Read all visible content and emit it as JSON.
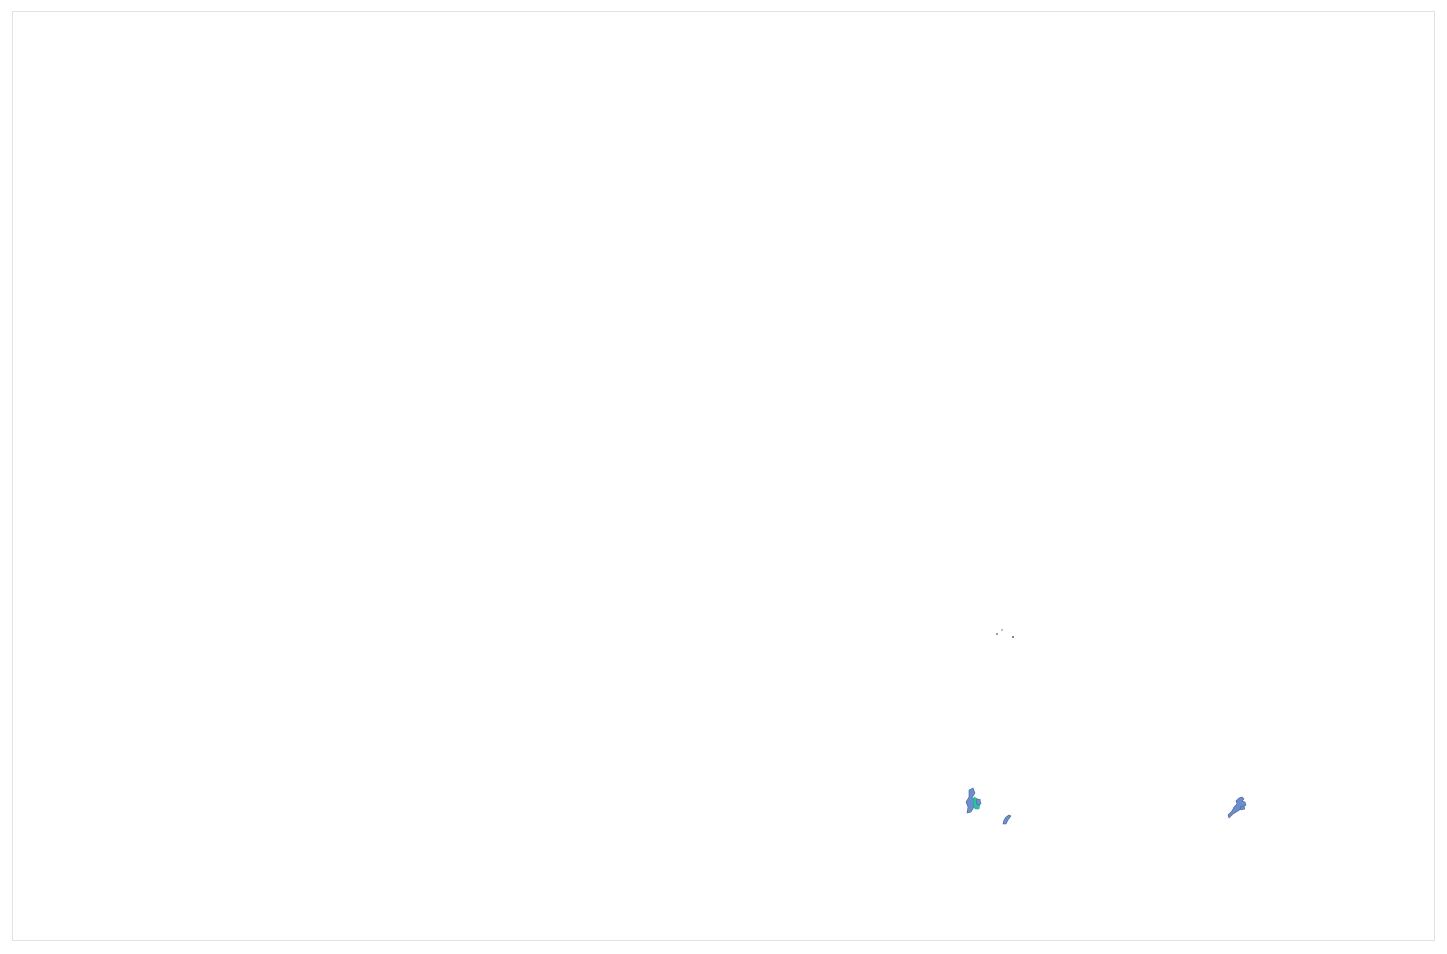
{
  "map": {
    "background_color": "#ffffff",
    "border_color": "#e3e3e3",
    "fill_colors": {
      "primary": "#6a8fcf",
      "secondary": "#2bc2a0",
      "outline": "#4a5f8a"
    },
    "features": [
      {
        "name": "island-cluster-west",
        "fill": "primary",
        "accent": "secondary"
      },
      {
        "name": "islet-south",
        "fill": "primary"
      },
      {
        "name": "island-east",
        "fill": "primary"
      },
      {
        "name": "islet-dots-north",
        "fill": "outline"
      }
    ]
  }
}
